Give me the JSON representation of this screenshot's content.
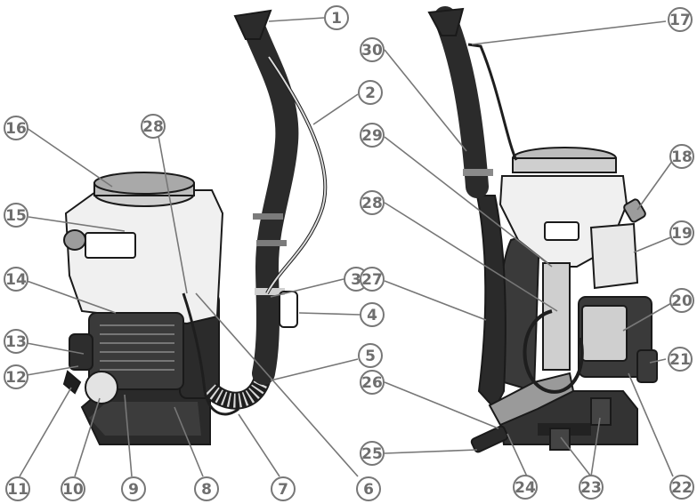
{
  "diagram": {
    "callouts": [
      {
        "label": "1"
      },
      {
        "label": "2"
      },
      {
        "label": "3"
      },
      {
        "label": "4"
      },
      {
        "label": "5"
      },
      {
        "label": "6"
      },
      {
        "label": "7"
      },
      {
        "label": "8"
      },
      {
        "label": "9"
      },
      {
        "label": "10"
      },
      {
        "label": "11"
      },
      {
        "label": "12"
      },
      {
        "label": "13"
      },
      {
        "label": "14"
      },
      {
        "label": "15"
      },
      {
        "label": "16"
      },
      {
        "label": "17"
      },
      {
        "label": "18"
      },
      {
        "label": "19"
      },
      {
        "label": "20"
      },
      {
        "label": "21"
      },
      {
        "label": "22"
      },
      {
        "label": "23"
      },
      {
        "label": "24"
      },
      {
        "label": "25"
      },
      {
        "label": "26"
      },
      {
        "label": "27"
      },
      {
        "label": "28"
      },
      {
        "label": "29"
      },
      {
        "label": "30"
      },
      {
        "label": "28"
      }
    ]
  }
}
